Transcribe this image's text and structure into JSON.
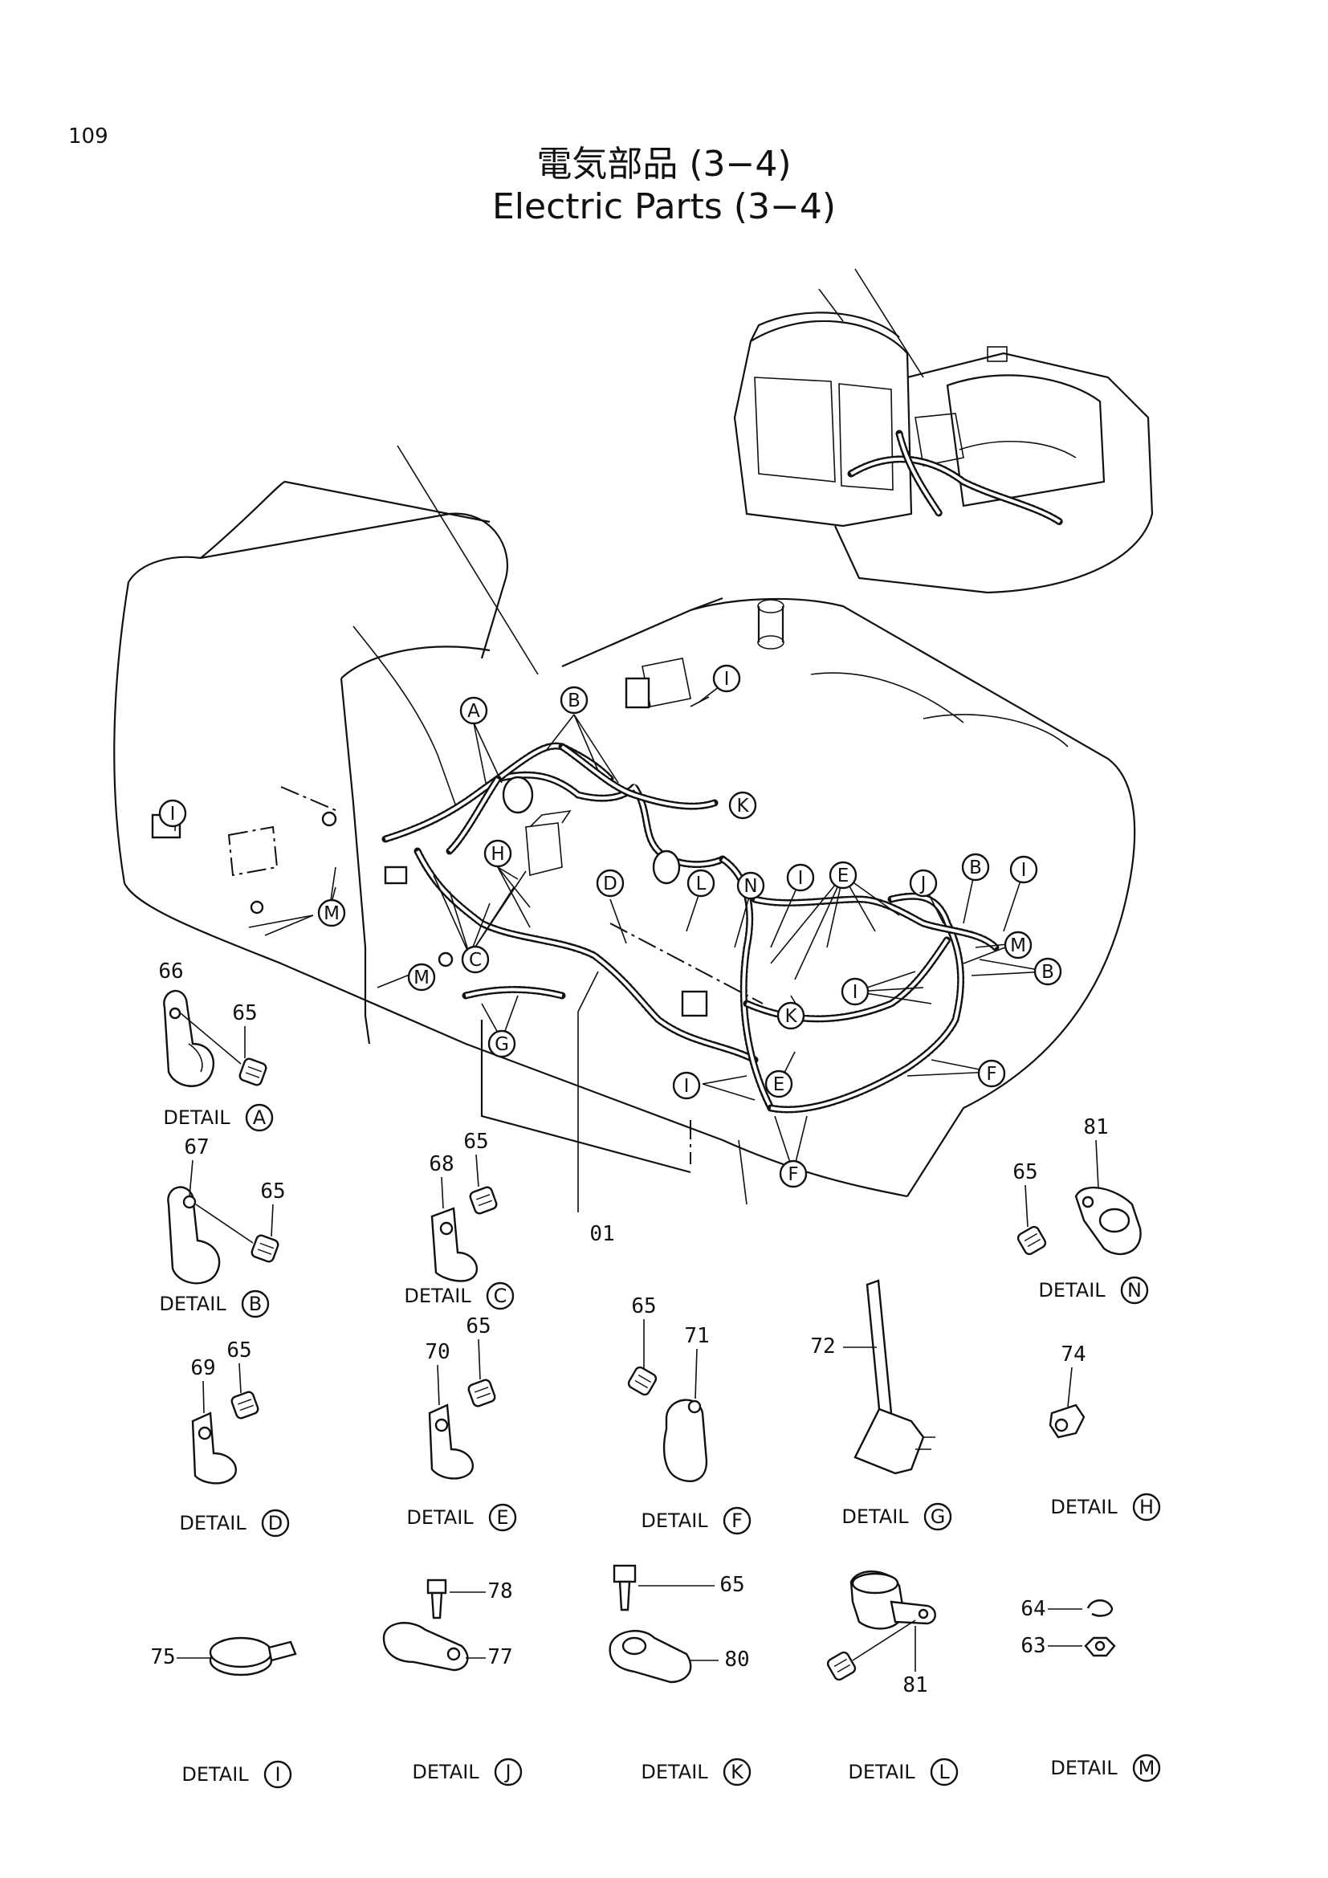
{
  "page_number": "109",
  "title_ja": "電気部品 (3−4)",
  "title_en": "Electric Parts (3−4)",
  "detail_word": "DETAIL",
  "main_callouts": {
    "a": "A",
    "b1": "B",
    "b2": "B",
    "b3": "B",
    "c": "C",
    "d": "D",
    "e1": "E",
    "e2": "E",
    "f1": "F",
    "f2": "F",
    "g": "G",
    "h": "H",
    "i1": "I",
    "i2": "I",
    "i3": "I",
    "i4": "I",
    "i5": "I",
    "i6": "I",
    "j": "J",
    "k1": "K",
    "k2": "K",
    "l": "L",
    "m1": "M",
    "m2": "M",
    "m3": "M",
    "n": "N"
  },
  "harness_part_number": "01",
  "details": {
    "A": {
      "letter": "A",
      "parts": [
        "66",
        "65"
      ]
    },
    "B": {
      "letter": "B",
      "parts": [
        "67",
        "65"
      ]
    },
    "C": {
      "letter": "C",
      "parts": [
        "68",
        "65"
      ]
    },
    "N": {
      "letter": "N",
      "parts": [
        "65",
        "81"
      ]
    },
    "D": {
      "letter": "D",
      "parts": [
        "69",
        "65"
      ]
    },
    "E": {
      "letter": "E",
      "parts": [
        "70",
        "65"
      ]
    },
    "F": {
      "letter": "F",
      "parts": [
        "65",
        "71"
      ]
    },
    "G": {
      "letter": "G",
      "parts": [
        "72"
      ]
    },
    "H": {
      "letter": "H",
      "parts": [
        "74"
      ]
    },
    "I": {
      "letter": "I",
      "parts": [
        "75"
      ]
    },
    "J": {
      "letter": "J",
      "parts": [
        "78",
        "77"
      ]
    },
    "K": {
      "letter": "K",
      "parts": [
        "65",
        "80"
      ]
    },
    "L": {
      "letter": "L",
      "parts": [
        "81"
      ]
    },
    "M": {
      "letter": "M",
      "parts": [
        "64",
        "63"
      ]
    }
  }
}
